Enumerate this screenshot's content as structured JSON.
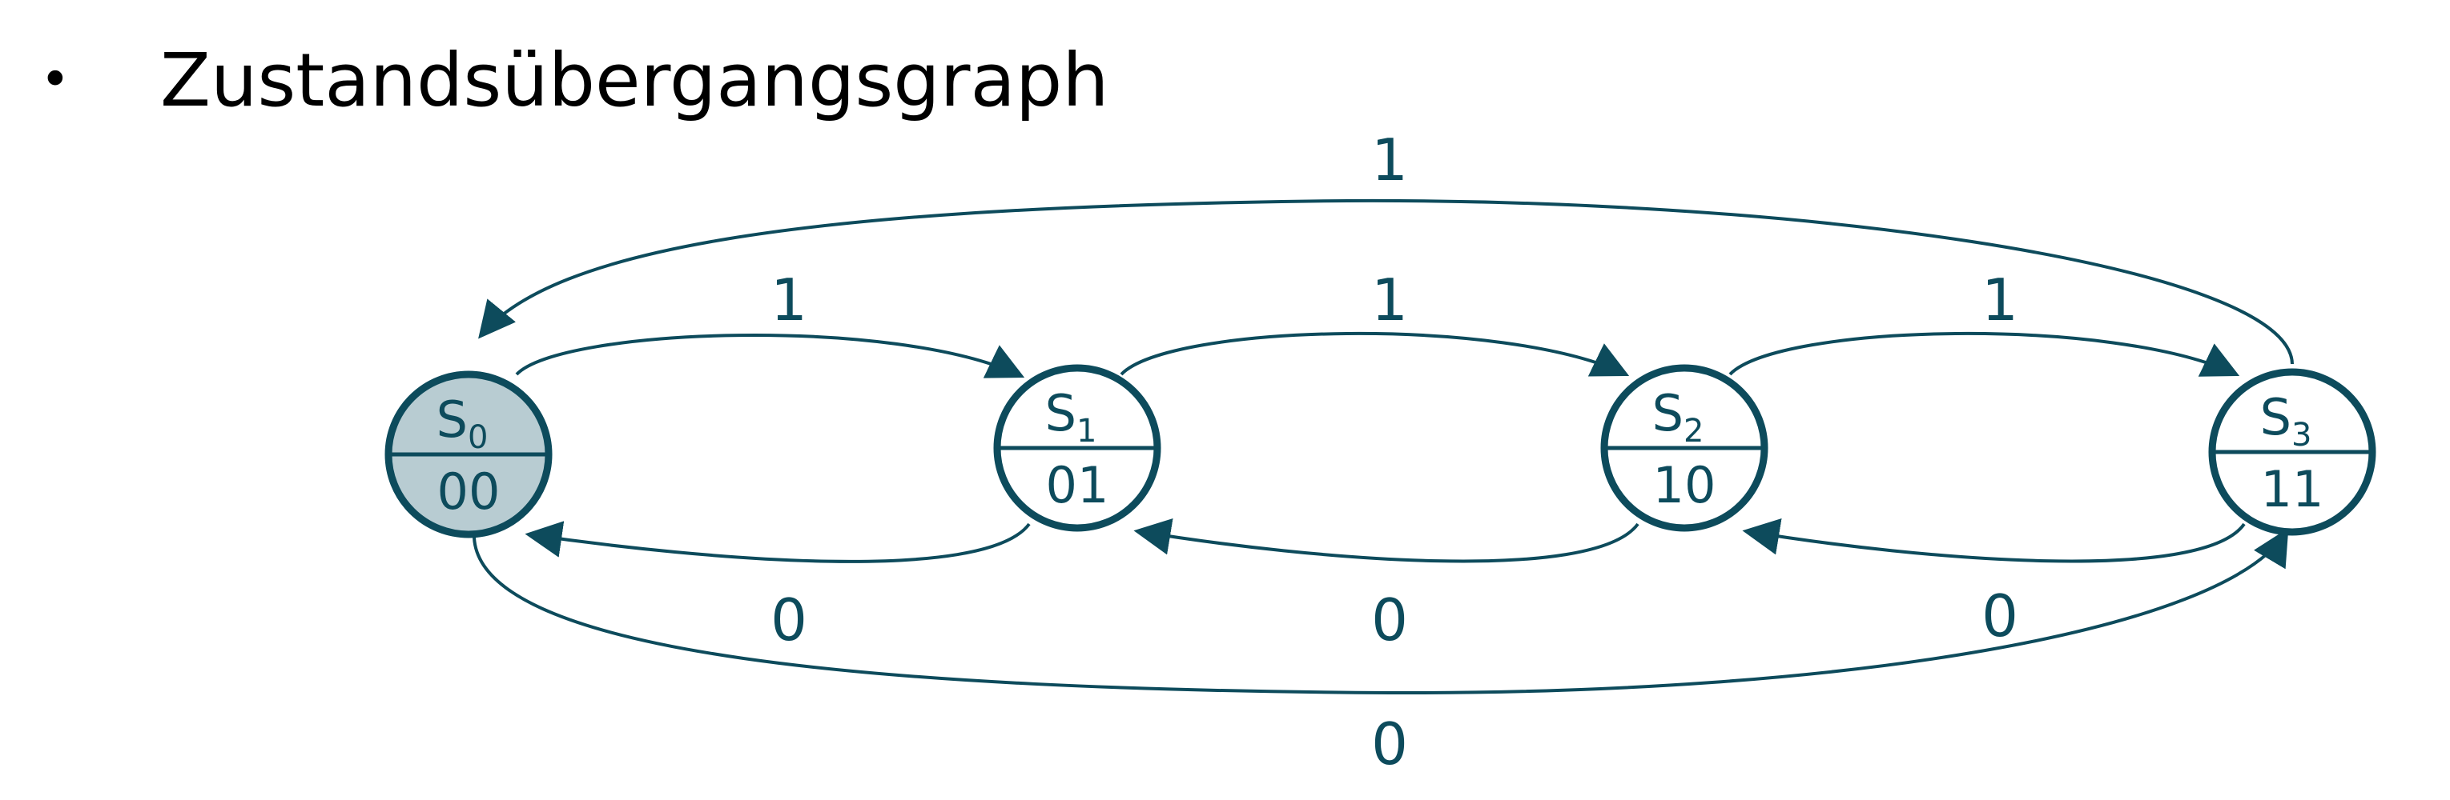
{
  "bullet": "•",
  "title": "Zustandsübergangsgraph",
  "colors": {
    "stroke": "#0d4b5c",
    "initial_fill": "#b8ccd2",
    "fill": "#ffffff"
  },
  "states": [
    {
      "id": "S0",
      "name": "S",
      "sub": "0",
      "output": "00",
      "initial": true
    },
    {
      "id": "S1",
      "name": "S",
      "sub": "1",
      "output": "01",
      "initial": false
    },
    {
      "id": "S2",
      "name": "S",
      "sub": "2",
      "output": "10",
      "initial": false
    },
    {
      "id": "S3",
      "name": "S",
      "sub": "3",
      "output": "11",
      "initial": false
    }
  ],
  "transitions": [
    {
      "from": "S0",
      "to": "S1",
      "label": "1"
    },
    {
      "from": "S1",
      "to": "S2",
      "label": "1"
    },
    {
      "from": "S2",
      "to": "S3",
      "label": "1"
    },
    {
      "from": "S3",
      "to": "S0",
      "label": "1"
    },
    {
      "from": "S1",
      "to": "S0",
      "label": "0"
    },
    {
      "from": "S2",
      "to": "S1",
      "label": "0"
    },
    {
      "from": "S3",
      "to": "S2",
      "label": "0"
    },
    {
      "from": "S0",
      "to": "S3",
      "label": "0"
    }
  ]
}
